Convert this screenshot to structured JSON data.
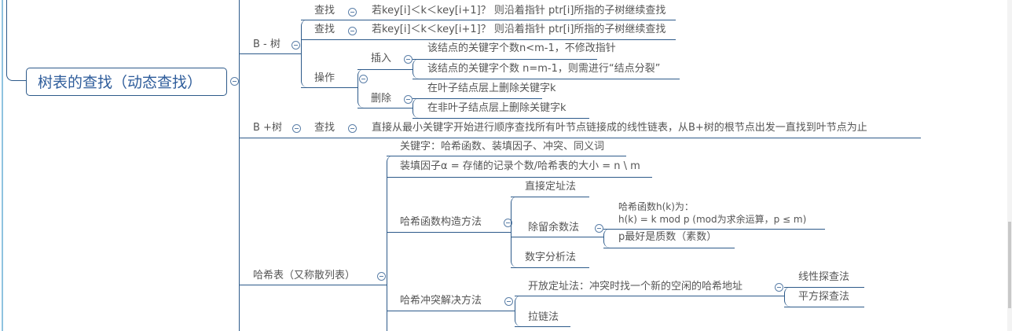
{
  "root": {
    "label": "树表的查找（动态查找）"
  },
  "btree": {
    "label": "B - 树",
    "search1": {
      "label": "查找",
      "detail": "若key[i]＜k＜key[i+1]？  则沿着指针 ptr[i]所指的子树继续查找"
    },
    "search2": {
      "label": "查找",
      "detail": "若key[i]＜k＜key[i+1]？  则沿着指针 ptr[i]所指的子树继续查找"
    },
    "operation": {
      "label": "操作",
      "insert": {
        "label": "插入",
        "items": [
          "该结点的关键字个数n<m-1，不修改指针",
          "该结点的关键字个数 n=m-1，则需进行“结点分裂”"
        ]
      },
      "delete": {
        "label": "删除",
        "items": [
          "在叶子结点层上删除关键字k",
          "在非叶子结点层上删除关键字k"
        ]
      }
    }
  },
  "bplustree": {
    "label": "B +树",
    "search": {
      "label": "查找",
      "detail": "直接从最小关键字开始进行顺序查找所有叶节点链接成的线性链表，从B+树的根节点出发一直找到叶节点为止"
    }
  },
  "hash": {
    "label": "哈希表（又称散列表）",
    "keywords": "关键字：哈希函数、装填因子、冲突、同义词",
    "load_factor": "装填因子α = 存储的记录个数/哈希表的大小 = n \\ m",
    "construct": {
      "label": "哈希函数构造方法",
      "direct": "直接定址法",
      "division": {
        "label": "除留余数法",
        "formula_line1": "哈希函数h(k)为：",
        "formula_line2": "h(k) = k mod p  (mod为求余运算，p ≤ m)",
        "note": "p最好是质数（素数）"
      },
      "digit": "数字分析法"
    },
    "collision": {
      "label": "哈希冲突解决方法",
      "open": {
        "label": "开放定址法：冲突时找一个新的空闲的哈希地址",
        "items": [
          "线性探查法",
          "平方探查法"
        ]
      },
      "chain": "拉链法"
    }
  }
}
